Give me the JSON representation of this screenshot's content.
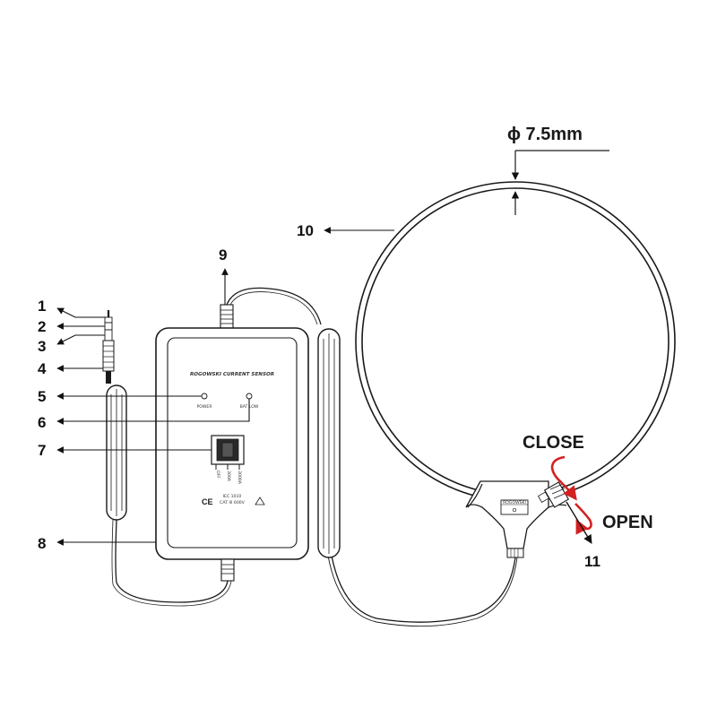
{
  "diameter_label": "ϕ 7.5mm",
  "callouts": [
    {
      "num": "1"
    },
    {
      "num": "2"
    },
    {
      "num": "3"
    },
    {
      "num": "4"
    },
    {
      "num": "5"
    },
    {
      "num": "6"
    },
    {
      "num": "7"
    },
    {
      "num": "8"
    },
    {
      "num": "9"
    },
    {
      "num": "10"
    },
    {
      "num": "11"
    }
  ],
  "device": {
    "title": "ROGOWSKI CURRENT SENSOR",
    "power_label": "POWER",
    "bat_low_label": "BAT LOW",
    "switch_off": "OFF",
    "switch_range_1": "300A",
    "switch_range_2": "3000A",
    "standard": "IEC 1010",
    "rating": "CAT III 600V"
  },
  "clamp_label": "ROGOWSKI",
  "close_label": "CLOSE",
  "open_label": "OPEN",
  "colors": {
    "line": "#1a1a1a",
    "accent": "#d42020"
  }
}
